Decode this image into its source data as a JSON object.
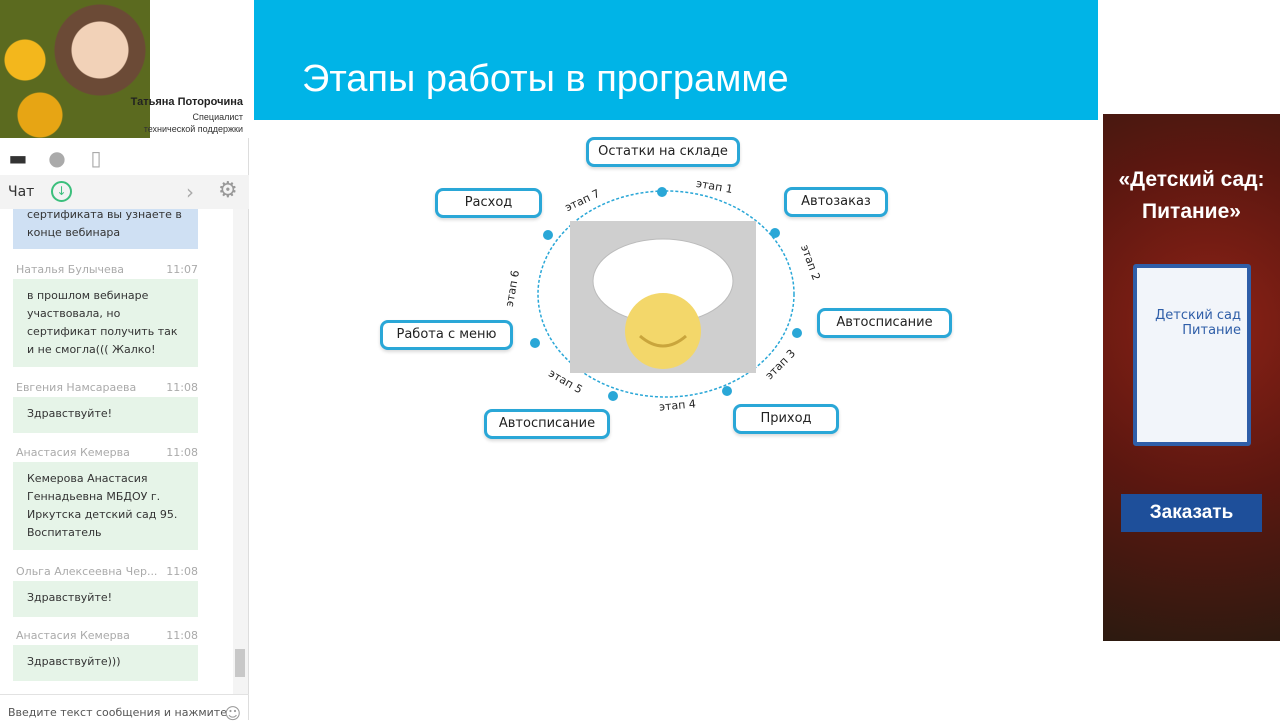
{
  "presenter": {
    "name": "Татьяна Поторочина",
    "role_line1": "Специалист",
    "role_line2": "технической поддержки"
  },
  "chat": {
    "label": "Чат",
    "input_placeholder": "Введите текст сообщения и нажмите",
    "messages": [
      {
        "author": "",
        "time": "",
        "text": "сертификата вы узнаете в конце вебинара",
        "style": "blue"
      },
      {
        "author": "Наталья Булычева",
        "time": "11:07",
        "text": "в прошлом вебинаре участвовала, но сертификат получить так и не смогла((( Жалко!"
      },
      {
        "author": "Евгения Намсараева",
        "time": "11:08",
        "text": "Здравствуйте!"
      },
      {
        "author": "Анастасия Кемерва",
        "time": "11:08",
        "text": "Кемерова Анастасия Геннадьевна МБДОУ г. Иркутска детский сад 95. Воспитатель"
      },
      {
        "author": "Ольга Алексеевна Чер...",
        "time": "11:08",
        "text": "Здравствуйте!"
      },
      {
        "author": "Анастасия Кемерва",
        "time": "11:08",
        "text": "Здравствуйте)))"
      }
    ]
  },
  "slide": {
    "title": "Этапы работы в программе",
    "boxes": [
      "Остатки на складе",
      "Автозаказ",
      "Автосписание",
      "Приход",
      "Автосписание",
      "Работа с меню",
      "Расход"
    ],
    "stages": [
      "этап 1",
      "этап 2",
      "этап 3",
      "этап 4",
      "этап 5",
      "этап 6",
      "этап 7"
    ]
  },
  "ad": {
    "title": "«Детский сад: Питание»",
    "button": "Заказать",
    "product": "Детский сад Питание"
  },
  "colors": {
    "banner": "#00b4e7",
    "box_border": "#2aa7d7",
    "ad_button": "#1e4f9a"
  }
}
